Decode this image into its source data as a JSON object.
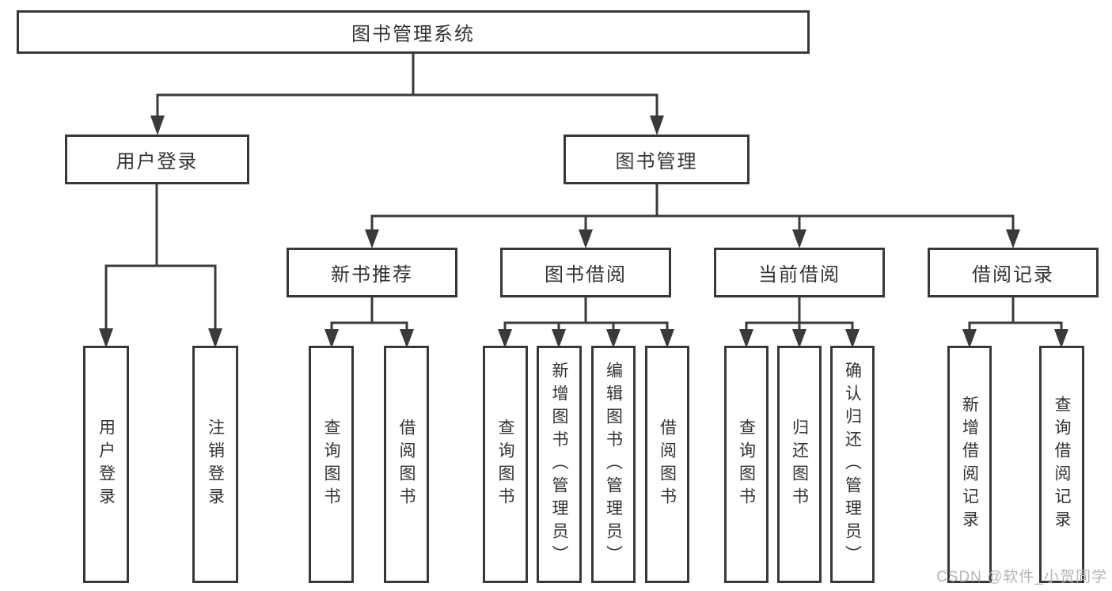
{
  "page": {
    "background": "#ffffff",
    "watermark": "CSDN @软件_小贺同学"
  },
  "colors": {
    "line": "#3a3a3a",
    "box_border": "#383838",
    "text": "#333333",
    "watermark_text": "#b5b5b5"
  },
  "tree": {
    "root": "图书管理系统",
    "children": [
      {
        "label": "用户登录",
        "children": [
          "用户登录",
          "注销登录"
        ]
      },
      {
        "label": "图书管理",
        "children": [
          {
            "label": "新书推荐",
            "children": [
              "查询图书",
              "借阅图书"
            ]
          },
          {
            "label": "图书借阅",
            "children": [
              "查询图书",
              "新增图书（管理员）",
              "编辑图书（管理员）",
              "借阅图书"
            ]
          },
          {
            "label": "当前借阅",
            "children": [
              "查询图书",
              "归还图书",
              "确认归还（管理员）"
            ]
          },
          {
            "label": "借阅记录",
            "children": [
              "新增借阅记录",
              "查询借阅记录"
            ]
          }
        ]
      }
    ]
  }
}
